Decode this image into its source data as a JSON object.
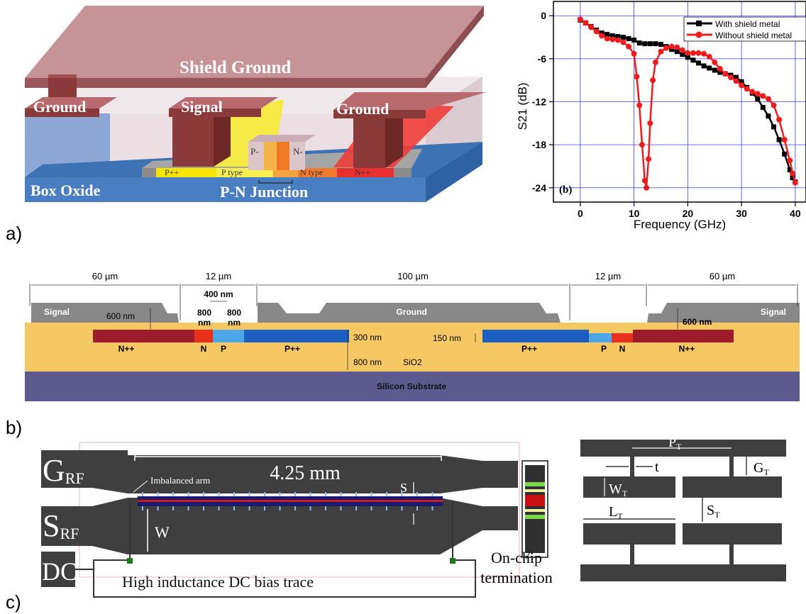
{
  "panel_labels": {
    "a": "a)",
    "b": "b)",
    "c": "c)"
  },
  "diagram3d": {
    "shield_ground": "Shield Ground",
    "ground_left": "Ground",
    "signal": "Signal",
    "ground_right": "Ground",
    "box_oxide": "Box Oxide",
    "pn_junction": "P-N Junction",
    "p_minus": "P-",
    "n_minus": "N-",
    "p_plus_plus": "P++",
    "p_type": "P type",
    "n_type": "N type",
    "n_plus_plus": "N++"
  },
  "chart_data": {
    "type": "line",
    "panel_tag": "(b)",
    "xlabel": "Frequency (GHz)",
    "ylabel": "S21 (dB)",
    "xlim": [
      -5,
      42
    ],
    "ylim": [
      -26,
      2
    ],
    "xticks": [
      0,
      10,
      20,
      30,
      40
    ],
    "yticks": [
      0,
      -6,
      -12,
      -18,
      -24
    ],
    "xtick_labels": [
      "0",
      "10",
      "20",
      "30",
      "40"
    ],
    "ytick_labels": [
      "0",
      "-6",
      "-12",
      "-18",
      "-24"
    ],
    "grid": true,
    "legend_position": "top-right",
    "series": [
      {
        "name": "With shield metal",
        "color": "#000000",
        "marker": "square",
        "x": [
          0,
          1,
          2,
          3,
          4,
          5,
          6,
          7,
          8,
          9,
          10,
          11,
          12,
          13,
          14,
          15,
          16,
          17,
          18,
          19,
          20,
          21,
          22,
          23,
          24,
          25,
          26,
          27,
          28,
          29,
          30,
          31,
          32,
          33,
          34,
          35,
          36,
          37,
          38,
          39,
          39.5,
          40
        ],
        "y": [
          -0.6,
          -1.0,
          -1.5,
          -2.0,
          -2.4,
          -2.6,
          -2.8,
          -2.9,
          -3.0,
          -3.2,
          -3.4,
          -3.8,
          -3.9,
          -3.9,
          -3.9,
          -4.0,
          -4.3,
          -4.7,
          -5.0,
          -5.4,
          -5.8,
          -6.2,
          -6.6,
          -7.0,
          -7.3,
          -7.6,
          -7.9,
          -8.1,
          -8.3,
          -8.6,
          -9.2,
          -10.0,
          -10.8,
          -11.6,
          -12.8,
          -14.0,
          -15.5,
          -17.3,
          -19.3,
          -21.5,
          -22.6,
          -23.2
        ]
      },
      {
        "name": "Without shield metal",
        "color": "#ee1c1c",
        "marker": "circle",
        "x": [
          0,
          1,
          2,
          3,
          4,
          5,
          6,
          7,
          8,
          9,
          10,
          10.5,
          11,
          11.5,
          12,
          12.3,
          12.7,
          13,
          13.5,
          14,
          15,
          16,
          17,
          18,
          19,
          20,
          21,
          22,
          23,
          24,
          25,
          26,
          27,
          28,
          29,
          30,
          31,
          32,
          33,
          34,
          35,
          36,
          37,
          38,
          39,
          39.5,
          40
        ],
        "y": [
          -0.5,
          -1.0,
          -1.6,
          -2.2,
          -2.8,
          -3.2,
          -3.3,
          -3.4,
          -3.7,
          -4.3,
          -5.3,
          -8.5,
          -12.5,
          -18.0,
          -23.0,
          -24.0,
          -20.0,
          -15.0,
          -9.0,
          -6.5,
          -5.0,
          -4.5,
          -4.3,
          -4.4,
          -4.8,
          -5.2,
          -5.2,
          -5.2,
          -5.3,
          -5.7,
          -6.5,
          -7.4,
          -8.1,
          -8.6,
          -9.1,
          -9.7,
          -10.2,
          -10.6,
          -10.9,
          -11.2,
          -11.6,
          -12.5,
          -14.5,
          -17.3,
          -20.2,
          -22.0,
          -23.3
        ]
      }
    ]
  },
  "cross_section": {
    "dim_60_left": "60 µm",
    "dim_12_left": "12 µm",
    "dim_400": "400 nm",
    "dim_100": "100 µm",
    "dim_12_right": "12 µm",
    "dim_60_right": "60 µm",
    "signal_left": "Signal",
    "ground": "Ground",
    "signal_right": "Signal",
    "dim_600_left": "600 nm",
    "dim_600_right": "600 nm",
    "dim_800_a": "800",
    "dim_nm_a": "nm",
    "dim_800_b": "800",
    "dim_nm_b": "nm",
    "dim_300": "300 nm",
    "dim_150": "150 nm",
    "dim_800_sio2": "800 nm",
    "sio2": "SiO2",
    "npp_left": "N++",
    "n_left": "N",
    "p_left": "P",
    "ppp_left": "P++",
    "ppp_right": "P++",
    "p_right": "P",
    "n_right": "N",
    "npp_right": "N++",
    "substrate": "Silicon Substrate"
  },
  "layout_c": {
    "g_main": "G",
    "g_sub": "RF",
    "s_main": "S",
    "s_sub": "RF",
    "dc": "DC",
    "length": "4.25 mm",
    "imbalanced_arm": "Imbalanced arm",
    "s_label": "S",
    "w_label": "W",
    "bias_trace": "High inductance DC bias trace",
    "termination_1": "On-chip",
    "termination_2": "termination"
  },
  "unit_cell": {
    "p_main": "P",
    "p_sub": "T",
    "t": "t",
    "g_main": "G",
    "g_sub": "T",
    "w_main": "W",
    "w_sub": "T",
    "s_main": "S",
    "s_sub": "T",
    "l_main": "L",
    "l_sub": "T"
  }
}
